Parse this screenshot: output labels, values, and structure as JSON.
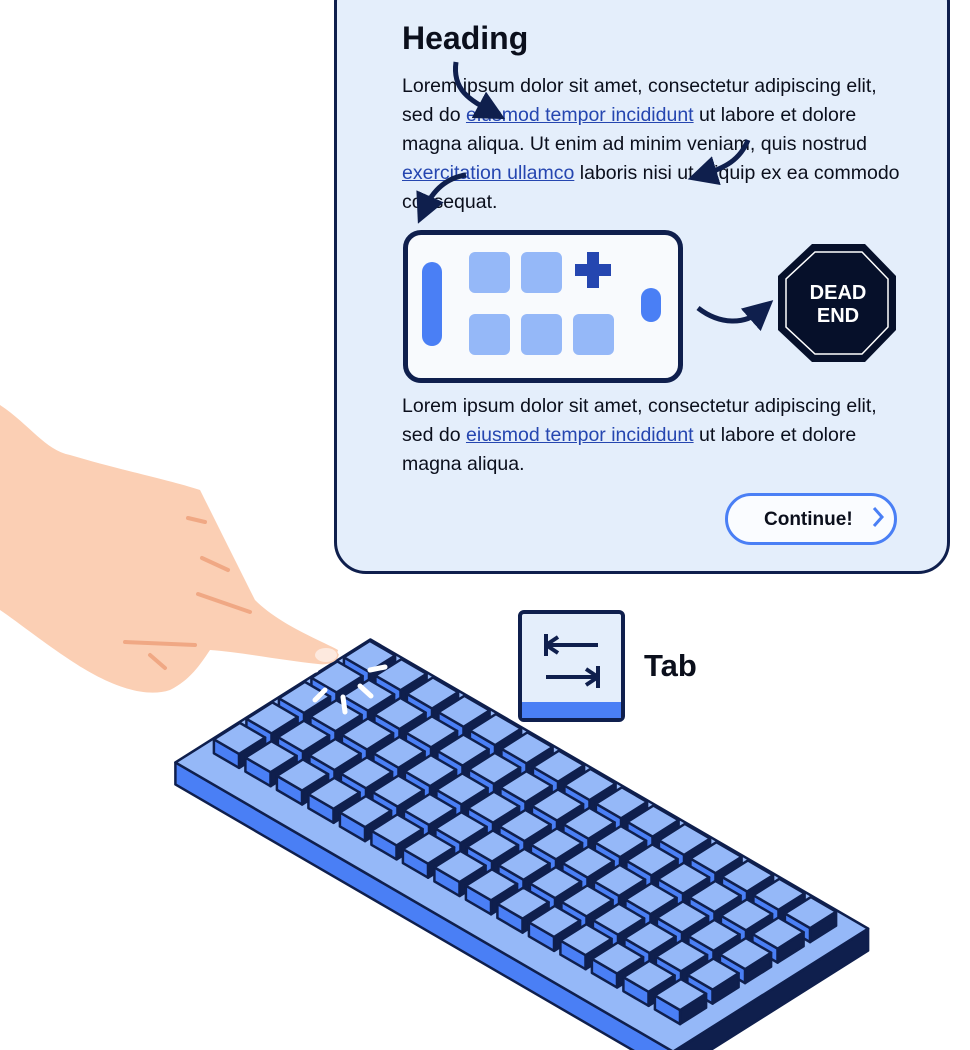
{
  "panel": {
    "heading": "Heading",
    "paragraph1": {
      "t1": "Lorem ipsum dolor sit amet, consectetur adipiscing elit, sed do ",
      "link1": "eiusmod tempor incididunt",
      "t2": " ut labore et dolore magna aliqua. Ut enim ad minim veniam, quis nostrud ",
      "link2": "exercitation ullamco",
      "t3": " laboris nisi ut aliquip ex ea commodo consequat."
    },
    "dead_end_sign": "DEAD END",
    "paragraph2": {
      "t1": "Lorem ipsum dolor sit amet, consectetur adipiscing elit, sed do ",
      "link1": "eiusmod tempor incididunt",
      "t2": " ut labore et dolore magna aliqua."
    },
    "continue_label": "Continue!"
  },
  "tab_key": {
    "label": "Tab"
  },
  "colors": {
    "navy": "#0f1f4d",
    "panel_bg": "#e4eefb",
    "blue": "#4a7ff5",
    "light_blue": "#95b8f8",
    "link": "#2546b0",
    "skin": "#fbcfb4"
  }
}
